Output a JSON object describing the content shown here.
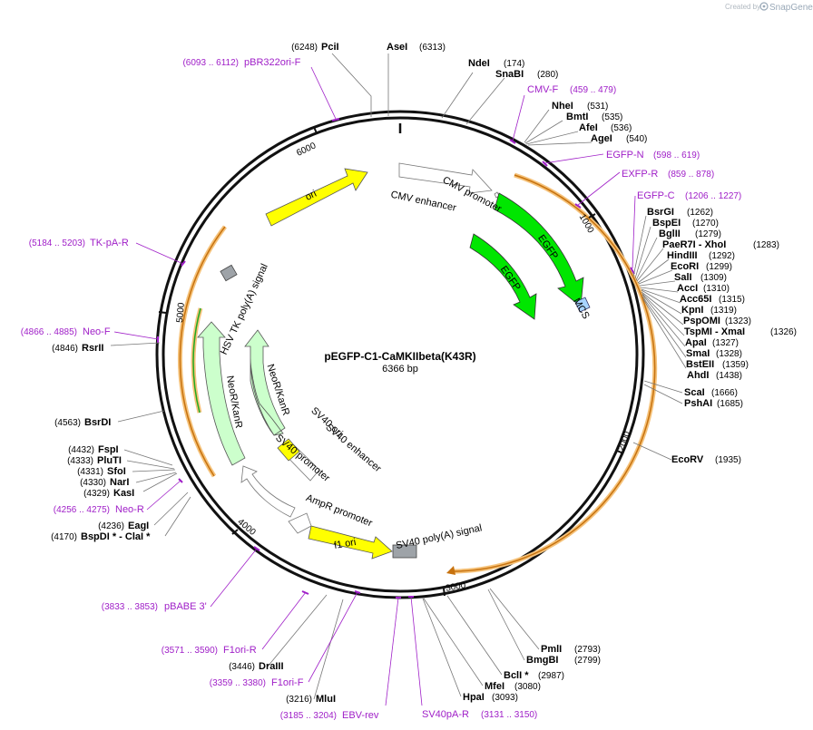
{
  "brand": {
    "prefix": "Created by",
    "name": "SnapGene"
  },
  "plasmid": {
    "name": "pEGFP-C1-CaMKIIbeta(K43R)",
    "size": "6366 bp"
  },
  "ticks": [
    "1000",
    "2000",
    "3000",
    "4000",
    "5000",
    "6000"
  ],
  "features": [
    {
      "label": "ori",
      "color": "#ffff00"
    },
    {
      "label": "CMV enhancer",
      "color": "#ffffff"
    },
    {
      "label": "CMV promoter",
      "color": "#ffffff"
    },
    {
      "label": "EGFP",
      "color": "#00e600"
    },
    {
      "label": "EGFP",
      "color": "#00e600"
    },
    {
      "label": "MCS",
      "color": "#a8d4ff"
    },
    {
      "label": "SV40 poly(A) signal",
      "color": "#9ea3a8"
    },
    {
      "label": "f1 ori",
      "color": "#ffff00"
    },
    {
      "label": "AmpR promoter",
      "color": "#ffffff"
    },
    {
      "label": "SV40 promoter",
      "color": "#ffffff"
    },
    {
      "label": "SV40 enhancer",
      "color": "#ffffff"
    },
    {
      "label": "SV40 ori",
      "color": "#ffff00"
    },
    {
      "label": "NeoR/KanR",
      "color": "#ccffcc"
    },
    {
      "label": "NeoR/KanR",
      "color": "#ccffcc"
    },
    {
      "label": "HSV TK poly(A) signal",
      "color": "#9ea3a8"
    }
  ],
  "sites": [
    {
      "name": "PciI",
      "pos": "(6248)"
    },
    {
      "name": "AseI",
      "pos": "(6313)"
    },
    {
      "name": "NdeI",
      "pos": "(174)"
    },
    {
      "name": "SnaBI",
      "pos": "(280)"
    },
    {
      "name": "NheI",
      "pos": "(531)"
    },
    {
      "name": "BmtI",
      "pos": "(535)"
    },
    {
      "name": "AfeI",
      "pos": "(536)"
    },
    {
      "name": "AgeI",
      "pos": "(540)"
    },
    {
      "name": "BsrGI",
      "pos": "(1262)"
    },
    {
      "name": "BspEI",
      "pos": "(1270)"
    },
    {
      "name": "BglII",
      "pos": "(1279)"
    },
    {
      "name": "PaeR7I  - XhoI",
      "pos": "(1283)"
    },
    {
      "name": "HindIII",
      "pos": "(1292)"
    },
    {
      "name": "EcoRI",
      "pos": "(1299)"
    },
    {
      "name": "SalI",
      "pos": "(1309)"
    },
    {
      "name": "AccI",
      "pos": "(1310)"
    },
    {
      "name": "Acc65I",
      "pos": "(1315)"
    },
    {
      "name": "KpnI",
      "pos": "(1319)"
    },
    {
      "name": "PspOMI",
      "pos": "(1323)"
    },
    {
      "name": "TspMI  - XmaI",
      "pos": "(1326)"
    },
    {
      "name": "ApaI",
      "pos": "(1327)"
    },
    {
      "name": "SmaI",
      "pos": "(1328)"
    },
    {
      "name": "BstEII",
      "pos": "(1359)"
    },
    {
      "name": "AhdI",
      "pos": "(1438)"
    },
    {
      "name": "ScaI",
      "pos": "(1666)"
    },
    {
      "name": "PshAI",
      "pos": "(1685)"
    },
    {
      "name": "EcoRV",
      "pos": "(1935)"
    },
    {
      "name": "PmlI",
      "pos": "(2793)"
    },
    {
      "name": "BmgBI",
      "pos": "(2799)"
    },
    {
      "name": "BclI *",
      "pos": "(2987)"
    },
    {
      "name": "MfeI",
      "pos": "(3080)"
    },
    {
      "name": "HpaI",
      "pos": "(3093)"
    },
    {
      "name": "MluI",
      "pos": "(3216)"
    },
    {
      "name": "DraIII",
      "pos": "(3446)"
    },
    {
      "name": "BspDI *  - ClaI *",
      "pos": "(4170)"
    },
    {
      "name": "EagI",
      "pos": "(4236)"
    },
    {
      "name": "KasI",
      "pos": "(4329)"
    },
    {
      "name": "NarI",
      "pos": "(4330)"
    },
    {
      "name": "SfoI",
      "pos": "(4331)"
    },
    {
      "name": "PluTI",
      "pos": "(4333)"
    },
    {
      "name": "FspI",
      "pos": "(4432)"
    },
    {
      "name": "BsrDI",
      "pos": "(4563)"
    },
    {
      "name": "RsrII",
      "pos": "(4846)"
    }
  ],
  "primers": [
    {
      "name": "pBR322ori-F",
      "pos": "(6093 .. 6112)"
    },
    {
      "name": "CMV-F",
      "pos": "(459 .. 479)"
    },
    {
      "name": "EGFP-N",
      "pos": "(598 .. 619)"
    },
    {
      "name": "EXFP-R",
      "pos": "(859 .. 878)"
    },
    {
      "name": "EGFP-C",
      "pos": "(1206 .. 1227)"
    },
    {
      "name": "TK-pA-R",
      "pos": "(5184 .. 5203)"
    },
    {
      "name": "Neo-F",
      "pos": "(4866 .. 4885)"
    },
    {
      "name": "Neo-R",
      "pos": "(4256 .. 4275)"
    },
    {
      "name": "pBABE 3'",
      "pos": "(3833 .. 3853)"
    },
    {
      "name": "F1ori-R",
      "pos": "(3571 .. 3590)"
    },
    {
      "name": "F1ori-F",
      "pos": "(3359 .. 3380)"
    },
    {
      "name": "EBV-rev",
      "pos": "(3185 .. 3204)"
    },
    {
      "name": "SV40pA-R",
      "pos": "(3131 .. 3150)"
    }
  ]
}
